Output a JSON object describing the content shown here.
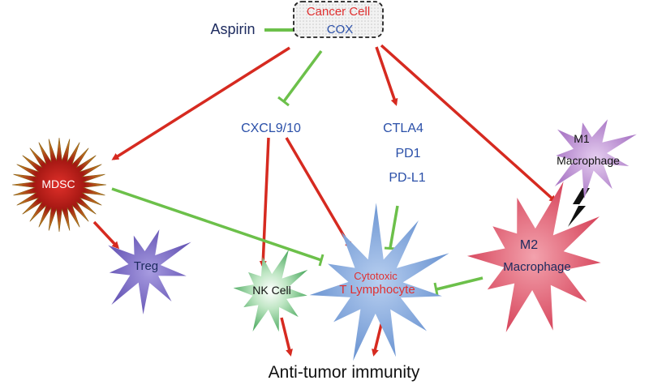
{
  "nodes": {
    "cancer_cell": "Cancer Cell",
    "cox": "COX",
    "aspirin": "Aspirin",
    "cxcl": "CXCL9/10",
    "ctla4": "CTLA4",
    "pd1": "PD1",
    "pdl1": "PD-L1",
    "m1_line1": "M1",
    "m1_line2": "Macrophage",
    "mdsc": "MDSC",
    "treg": "Treg",
    "nk": "NK Cell",
    "ctl_line1": "Cytotoxic",
    "ctl_line2": "T Lymphocyte",
    "m2_line1": "M2",
    "m2_line2": "Macrophage",
    "outcome": "Anti-tumor immunity"
  },
  "colors": {
    "activation": "#d62a20",
    "inhibition": "#6cc04a",
    "label_blue": "#2a4fa8",
    "label_red": "#e03030",
    "label_dark": "#1c2a5e",
    "mdsc_inner": "#c81e1e",
    "mdsc_outer": "#b88a1e",
    "treg": "#7b6cc2",
    "nk": "#6cbf7a",
    "ctl": "#7aa2d8",
    "m1": "#b98ad0",
    "m2": "#e0566a"
  },
  "edge_types": {
    "activation": "arrow",
    "inhibition": "blunt-end"
  }
}
